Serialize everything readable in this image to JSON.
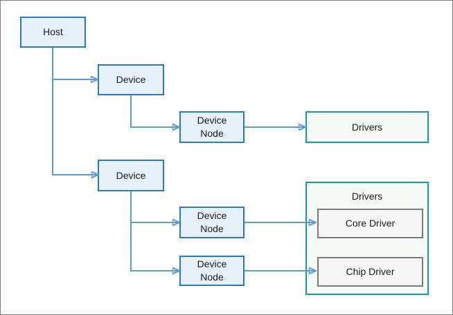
{
  "nodes": {
    "host": {
      "label": "Host"
    },
    "device1": {
      "label": "Device"
    },
    "device_node1": {
      "label": "Device Node"
    },
    "drivers1": {
      "label": "Drivers"
    },
    "device2": {
      "label": "Device"
    },
    "device_node2": {
      "label": "Device Node"
    },
    "device_node3": {
      "label": "Device Node"
    },
    "drivers_group": {
      "label": "Drivers"
    },
    "core_driver": {
      "label": "Core Driver"
    },
    "chip_driver": {
      "label": "Chip Driver"
    }
  },
  "colors": {
    "node_border": "#2979C8",
    "node_fill": "#E7F1FA",
    "drivers_border": "#16A08C",
    "drivers_fill": "#F5FAF7",
    "inner_border": "#7A7A7A",
    "inner_fill": "#F6F6F6",
    "connector": "#5B9BD5",
    "frame_border": "#7F7F7F",
    "text": "#1A1A1A"
  }
}
